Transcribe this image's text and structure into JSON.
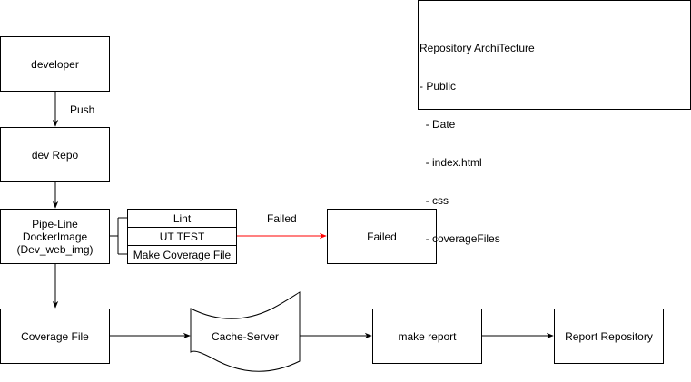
{
  "nodes": {
    "developer": "developer",
    "dev_repo": "dev Repo",
    "pipeline": [
      "Pipe-Line",
      "DockerImage",
      "(Dev_web_img)"
    ],
    "failed_box": "Failed",
    "coverage_file": "Coverage File",
    "cache_server": "Cache-Server",
    "make_report": "make report",
    "report_repository": "Report Repository"
  },
  "pipeline_stages": [
    "Lint",
    "UT TEST",
    "Make Coverage File"
  ],
  "edge_labels": {
    "push": "Push",
    "failed": "Failed"
  },
  "note": {
    "title": "Repository ArchiTecture",
    "lines": [
      "- Public",
      "  - Date",
      "  - index.html",
      "  - css",
      "  - coverageFiles"
    ]
  },
  "colors": {
    "line": "#000000",
    "failed_edge": "#ff0000"
  }
}
